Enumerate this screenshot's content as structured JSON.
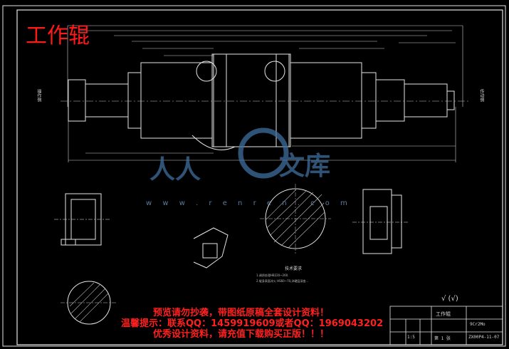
{
  "drawing": {
    "title": "工作辊",
    "watermark_text": "w w w . r e n r e n . c o m",
    "promo_lines": [
      "预览请勿抄袭，带图纸原稿全套设计资料！",
      "温馨提示：联系QQ：1459919609或者QQ：1969043202",
      "优秀设计资料，请充值下载购买正版！！！"
    ],
    "side_labels": {
      "left": "操作侧",
      "right": "传动侧"
    },
    "notes": {
      "title": "技术要求",
      "lines": [
        "1.调质处理HB220~260.",
        "2.辊身表面淬火 HS60~70,淬硬层深度..."
      ]
    },
    "title_block": {
      "part_name": "工作辊",
      "drawing_no": "ZX00P4-11-07",
      "scale": "1:5",
      "material": "9Cr2Mo",
      "sheet": "第 1 张"
    },
    "roughness_symbol": "√ (√)",
    "colors": {
      "background": "#000000",
      "lines": "#e6e6e6",
      "red": "#ff1a1a",
      "watermark": "#3f6f9f"
    }
  }
}
